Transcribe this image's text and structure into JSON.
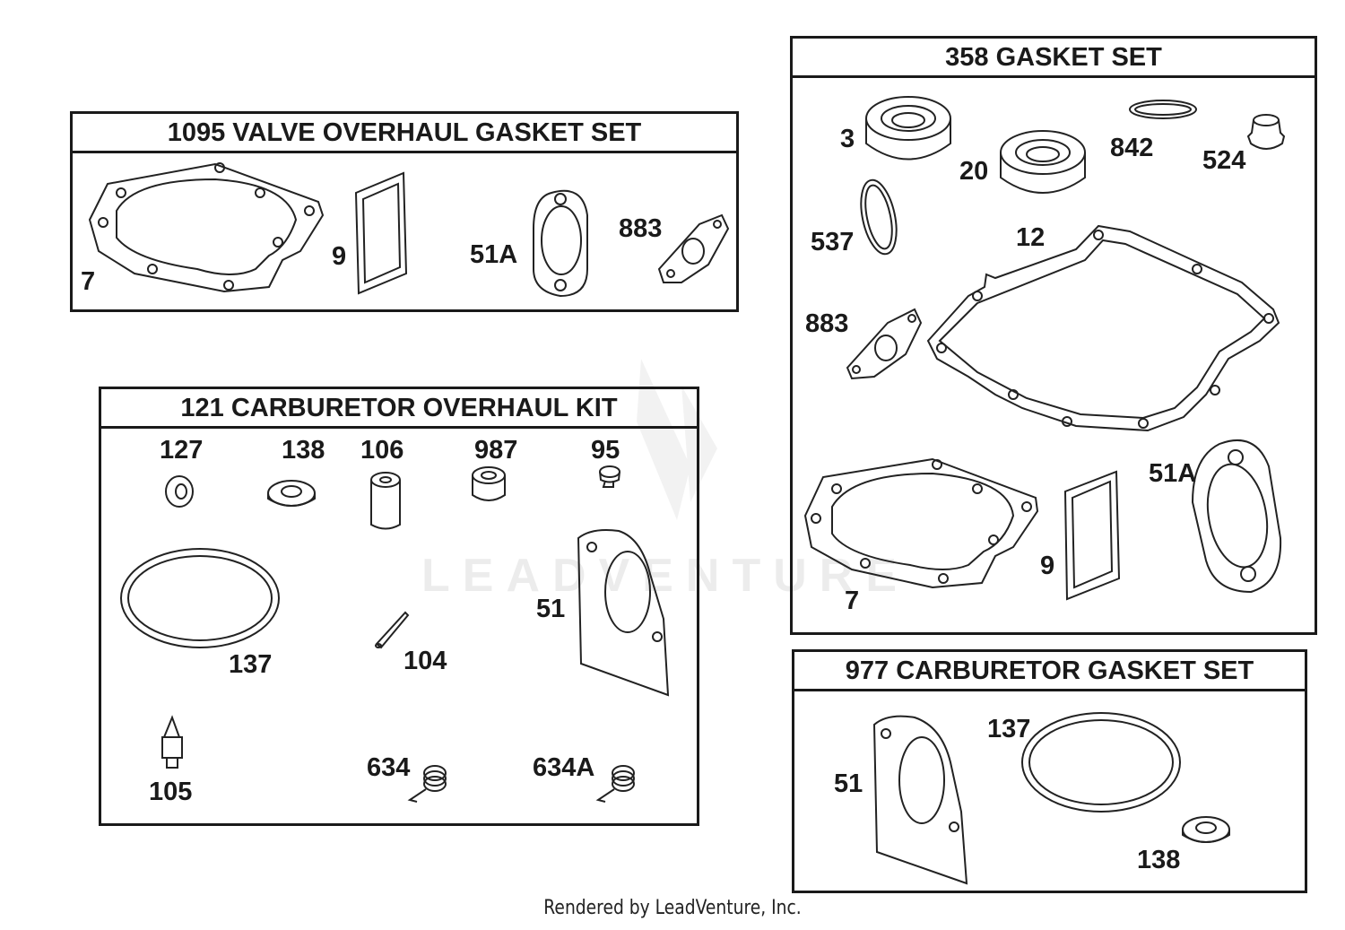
{
  "footer": "Rendered by LeadVenture, Inc.",
  "watermark": "LEADVENTURE",
  "panels": {
    "valve": {
      "title": "1095 VALVE OVERHAUL GASKET SET",
      "labels": {
        "p7": "7",
        "p9": "9",
        "p51a": "51A",
        "p883": "883"
      }
    },
    "carb_kit": {
      "title": "121 CARBURETOR OVERHAUL KIT",
      "labels": {
        "p127": "127",
        "p138": "138",
        "p106": "106",
        "p987": "987",
        "p95": "95",
        "p137": "137",
        "p104": "104",
        "p51": "51",
        "p105": "105",
        "p634": "634",
        "p634a": "634A"
      }
    },
    "gasket": {
      "title": "358 GASKET SET",
      "labels": {
        "p3": "3",
        "p20": "20",
        "p842": "842",
        "p524": "524",
        "p537": "537",
        "p12": "12",
        "p883": "883",
        "p51a": "51A",
        "p9": "9",
        "p7": "7"
      }
    },
    "carb_gasket": {
      "title": "977 CARBURETOR GASKET SET",
      "labels": {
        "p51": "51",
        "p137": "137",
        "p138": "138"
      }
    }
  }
}
